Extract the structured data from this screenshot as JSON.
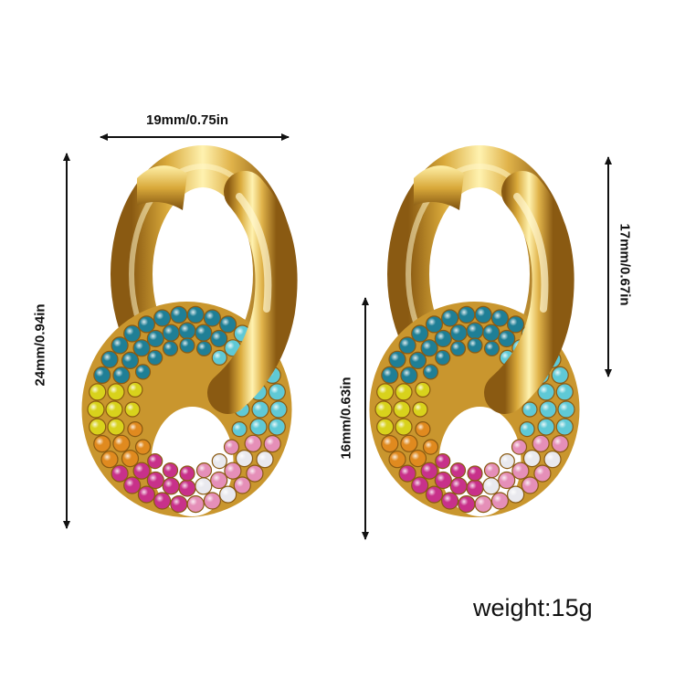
{
  "dimensions": {
    "width_top": "19mm/0.75in",
    "height_left": "24mm/0.94in",
    "height_right_hoop": "17mm/0.67in",
    "height_right_ring": "16mm/0.63in"
  },
  "weight": "weight:15g",
  "colors": {
    "gold": "#d9a93a",
    "gold_dark": "#8a5a12",
    "gold_light": "#fff2b0",
    "crystal_teal": "#1f7f96",
    "crystal_aqua": "#5fc9d6",
    "crystal_yellow": "#d8d21c",
    "crystal_orange": "#e08a1f",
    "crystal_magenta": "#c8318a",
    "crystal_pink": "#e58fb8",
    "crystal_white": "#e9e9ee",
    "line": "#111111"
  },
  "icons": [
    "earring-left",
    "earring-right",
    "dimension-arrow"
  ]
}
